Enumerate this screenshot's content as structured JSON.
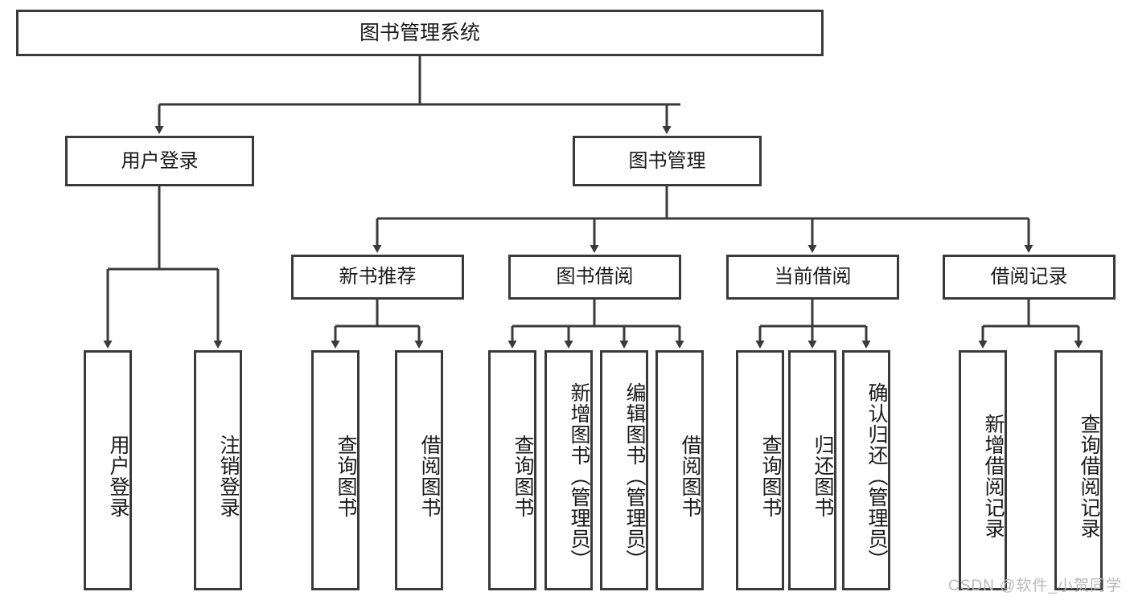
{
  "diagram": {
    "title": "图书管理系统",
    "watermark": "CSDN @软件_小贺同学",
    "line_color": "#3a3a3a",
    "box_fill": "#ffffff",
    "text_color": "#1a1a1a",
    "type": "tree-hierarchy-diagram",
    "root": {
      "label": "图书管理系统"
    },
    "tier2": [
      {
        "label": "用户登录"
      },
      {
        "label": "图书管理"
      }
    ],
    "tier3": [
      {
        "label": "新书推荐"
      },
      {
        "label": "图书借阅"
      },
      {
        "label": "当前借阅"
      },
      {
        "label": "借阅记录"
      }
    ],
    "leaves_user_login": [
      {
        "label": "用户登录"
      },
      {
        "label": "注销登录"
      }
    ],
    "leaves_new_book": [
      {
        "label": "查询图书"
      },
      {
        "label": "借阅图书"
      }
    ],
    "leaves_borrow": [
      {
        "label": "查询图书"
      },
      {
        "label": "新增图书（管理员）"
      },
      {
        "label": "编辑图书（管理员）"
      },
      {
        "label": "借阅图书"
      }
    ],
    "leaves_current": [
      {
        "label": "查询图书"
      },
      {
        "label": "归还图书"
      },
      {
        "label": "确认归还（管理员）"
      }
    ],
    "leaves_records": [
      {
        "label": "新增借阅记录"
      },
      {
        "label": "查询借阅记录"
      }
    ]
  }
}
